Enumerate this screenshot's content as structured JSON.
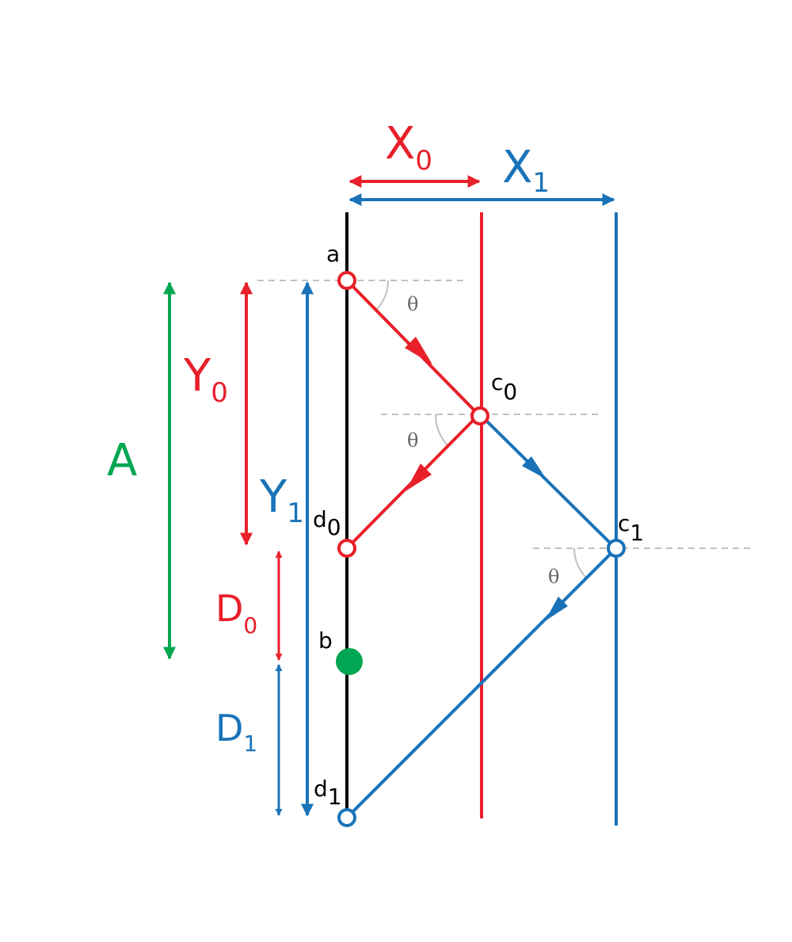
{
  "colors": {
    "red": "#e8202a",
    "blue": "#1a73b8",
    "green": "#00a651",
    "black": "#000000",
    "gray": "#c0c0c0",
    "theta_text": "#666666"
  },
  "labels": {
    "X0": {
      "main": "X",
      "sub": "0"
    },
    "X1": {
      "main": "X",
      "sub": "1"
    },
    "Y0": {
      "main": "Y",
      "sub": "0"
    },
    "Y1": {
      "main": "Y",
      "sub": "1"
    },
    "D0": {
      "main": "D",
      "sub": "0"
    },
    "D1": {
      "main": "D",
      "sub": "1"
    },
    "A": "A",
    "a": "a",
    "b": "b",
    "c0": {
      "main": "c",
      "sub": "0"
    },
    "c1": {
      "main": "c",
      "sub": "1"
    },
    "d0": {
      "main": "d",
      "sub": "0"
    },
    "d1": {
      "main": "d",
      "sub": "1"
    },
    "theta": "θ"
  }
}
